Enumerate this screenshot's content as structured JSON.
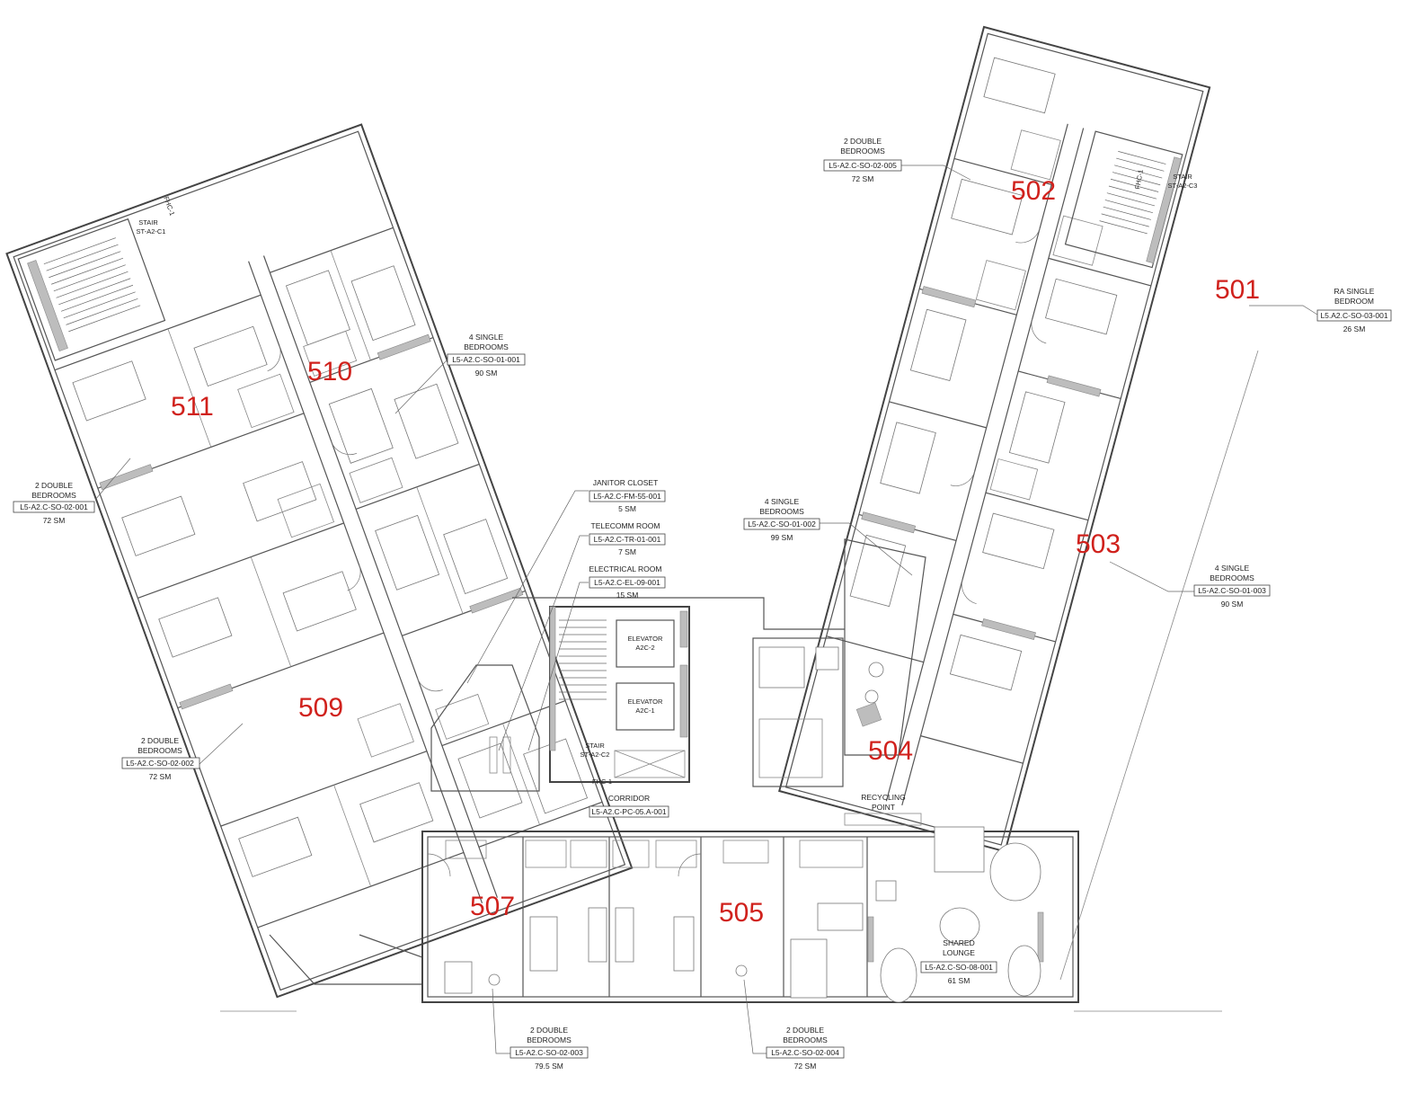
{
  "units": [
    "501",
    "502",
    "503",
    "504",
    "505",
    "507",
    "509",
    "510",
    "511"
  ],
  "tags": {
    "t511": {
      "l1": "2 DOUBLE",
      "l2": "BEDROOMS",
      "code": "L5-A2.C-SO-02-001",
      "area": "72 SM"
    },
    "t510": {
      "l1": "4 SINGLE",
      "l2": "BEDROOMS",
      "code": "L5-A2.C-SO-01-001",
      "area": "90 SM"
    },
    "t509": {
      "l1": "2 DOUBLE",
      "l2": "BEDROOMS",
      "code": "L5-A2.C-SO-02-002",
      "area": "72 SM"
    },
    "t507": {
      "l1": "2 DOUBLE",
      "l2": "BEDROOMS",
      "code": "L5-A2.C-SO-02-003",
      "area": "79.5 SM"
    },
    "t505": {
      "l1": "2 DOUBLE",
      "l2": "BEDROOMS",
      "code": "L5-A2.C-SO-02-004",
      "area": "72 SM"
    },
    "t504": {
      "l1": "4 SINGLE",
      "l2": "BEDROOMS",
      "code": "L5-A2.C-SO-01-002",
      "area": "99 SM"
    },
    "t503": {
      "l1": "4 SINGLE",
      "l2": "BEDROOMS",
      "code": "L5-A2.C-SO-01-003",
      "area": "90 SM"
    },
    "t502": {
      "l1": "2 DOUBLE",
      "l2": "BEDROOMS",
      "code": "L5-A2.C-SO-02-005",
      "area": "72 SM"
    },
    "t501": {
      "l1": "RA SINGLE",
      "l2": "BEDROOM",
      "code": "L5.A2.C-SO-03-001",
      "area": "26 SM"
    },
    "janitor": {
      "l1": "JANITOR CLOSET",
      "code": "L5-A2.C-FM-55-001",
      "area": "5 SM"
    },
    "telecomm": {
      "l1": "TELECOMM ROOM",
      "code": "L5-A2.C-TR-01-001",
      "area": "7 SM"
    },
    "electrical": {
      "l1": "ELECTRICAL ROOM",
      "code": "L5-A2.C-EL-09-001",
      "area": "15 SM"
    },
    "corridor": {
      "l1": "CORRIDOR",
      "code": "L5-A2.C-PC-05.A-001"
    },
    "lounge": {
      "l1": "SHARED",
      "l2": "LOUNGE",
      "code": "L5-A2.C-SO-08-001",
      "area": "61 SM"
    }
  },
  "core": {
    "elev2_l1": "ELEVATOR",
    "elev2_l2": "A2C-2",
    "elev1_l1": "ELEVATOR",
    "elev1_l2": "A2C-1",
    "stair_c2_l1": "STAIR",
    "stair_c2_l2": "ST-A2-C2",
    "fhc": "FHC-1"
  },
  "stairs": {
    "c1_l1": "STAIR",
    "c1_l2": "ST-A2-C1",
    "c1_fhc": "FHC-1",
    "c3_l1": "STAIR",
    "c3_l2": "ST-A2-C3",
    "c3_fhc": "FHC-1"
  },
  "recycling": {
    "l1": "RECYCLING",
    "l2": "POINT"
  }
}
